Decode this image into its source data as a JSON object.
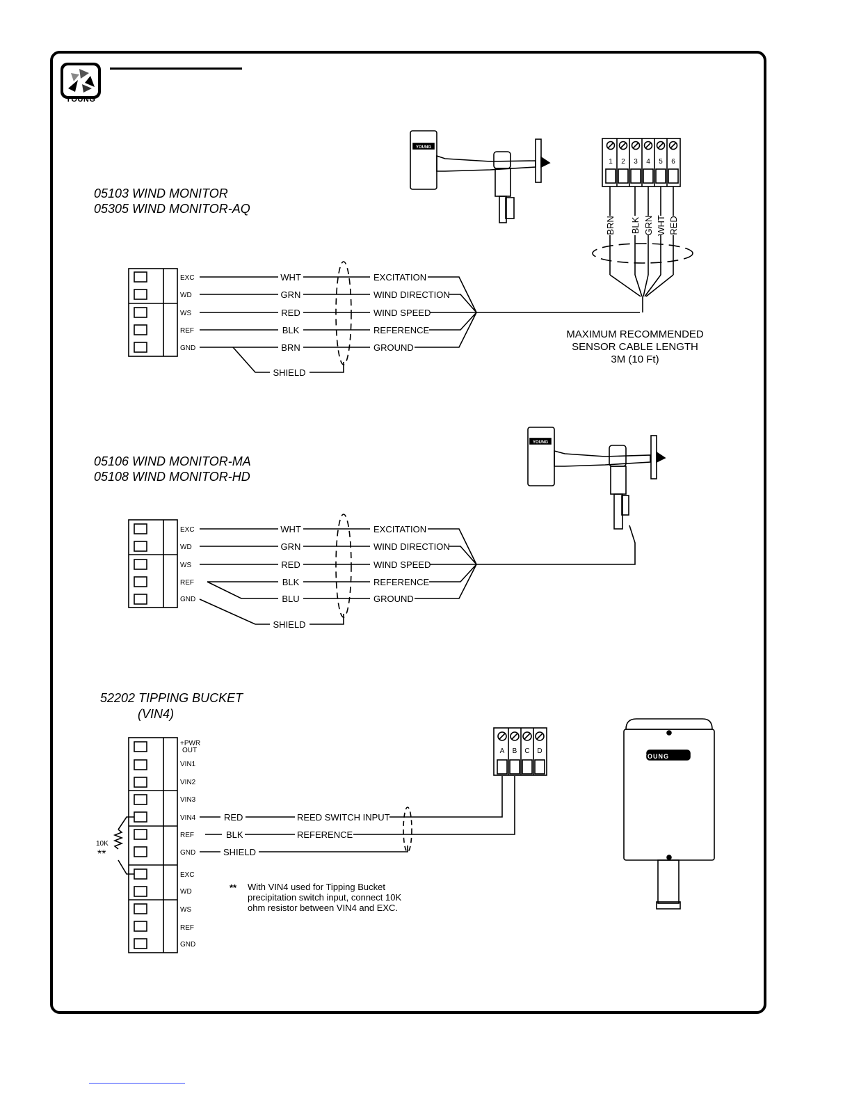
{
  "brand": {
    "logo_text": "YOUNG",
    "plate_text": "YOUNG"
  },
  "section1": {
    "title_line1": "05103 WIND MONITOR",
    "title_line2": "05305 WIND MONITOR-AQ",
    "terminals": [
      "EXC",
      "WD",
      "WS",
      "REF",
      "GND"
    ],
    "wire_colors": [
      "WHT",
      "GRN",
      "RED",
      "BLK",
      "BRN"
    ],
    "signals": [
      "EXCITATION",
      "WIND DIRECTION",
      "WIND SPEED",
      "REFERENCE",
      "GROUND"
    ],
    "shield": "SHIELD",
    "junction_numbers": [
      "1",
      "2",
      "3",
      "4",
      "5",
      "6"
    ],
    "junction_wires": [
      "BRN",
      "BLK",
      "GRN",
      "WHT",
      "RED"
    ],
    "note_line1": "MAXIMUM RECOMMENDED",
    "note_line2": "SENSOR CABLE LENGTH",
    "note_line3": "3M (10 Ft)"
  },
  "section2": {
    "title_line1": "05106 WIND MONITOR-MA",
    "title_line2": "05108 WIND MONITOR-HD",
    "terminals": [
      "EXC",
      "WD",
      "WS",
      "REF",
      "GND"
    ],
    "wire_colors": [
      "WHT",
      "GRN",
      "RED",
      "BLK",
      "BLU"
    ],
    "signals": [
      "EXCITATION",
      "WIND DIRECTION",
      "WIND SPEED",
      "REFERENCE",
      "GROUND"
    ],
    "shield": "SHIELD"
  },
  "section3": {
    "title_line1": "52202 TIPPING BUCKET",
    "title_line2": "(VIN4)",
    "terminal_pwr_1": "+PWR",
    "terminal_pwr_2": "OUT",
    "terminals": [
      "VIN1",
      "VIN2",
      "VIN3",
      "VIN4",
      "REF",
      "GND",
      "EXC",
      "WD",
      "WS",
      "REF",
      "GND"
    ],
    "wire_red": "RED",
    "wire_blk": "BLK",
    "wire_shield": "SHIELD",
    "signal_reed": "REED SWITCH INPUT",
    "signal_ref": "REFERENCE",
    "resistor_label": "10K",
    "resistor_mark": "**",
    "terminal_letters": [
      "A",
      "B",
      "C",
      "D"
    ],
    "note_mark": "**",
    "note_line1": "With VIN4 used for Tipping Bucket",
    "note_line2": "precipitation switch input, connect 10K",
    "note_line3": "ohm resistor between VIN4 and EXC."
  }
}
